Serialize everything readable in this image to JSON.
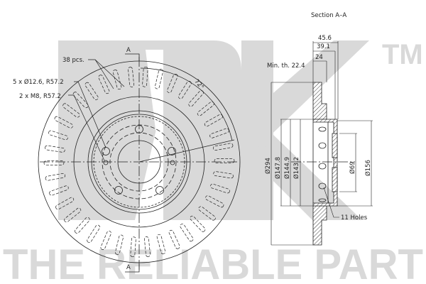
{
  "watermark": {
    "logo": "NK",
    "trademark": "TM",
    "tagline": "THE RELIABLE PART",
    "color": "#d9d9d9"
  },
  "drawing": {
    "section_title": "Section A–A",
    "section_marker_top": "A",
    "section_marker_bottom": "A",
    "front_view": {
      "vent_count_label": "38 pcs.",
      "bolt_holes_label": "5 x Ø12.6, R57.2",
      "thread_holes_label": "2 x M8, R57.2",
      "angle_label": "72°"
    },
    "section_view": {
      "dimensions": {
        "overall_height": "45.6",
        "hat_height": "39.1",
        "disc_thickness": "24",
        "min_thickness": "Min. th. 22.4",
        "outer_diameter": "Ø294",
        "d1": "Ø147.8",
        "d2": "Ø144.9",
        "d3": "Ø143.2",
        "center_bore": "Ø69",
        "hat_diameter": "Ø156"
      },
      "holes_label": "11 Holes"
    }
  },
  "colors": {
    "line": "#222222",
    "background": "#ffffff",
    "watermark": "#d9d9d9"
  }
}
